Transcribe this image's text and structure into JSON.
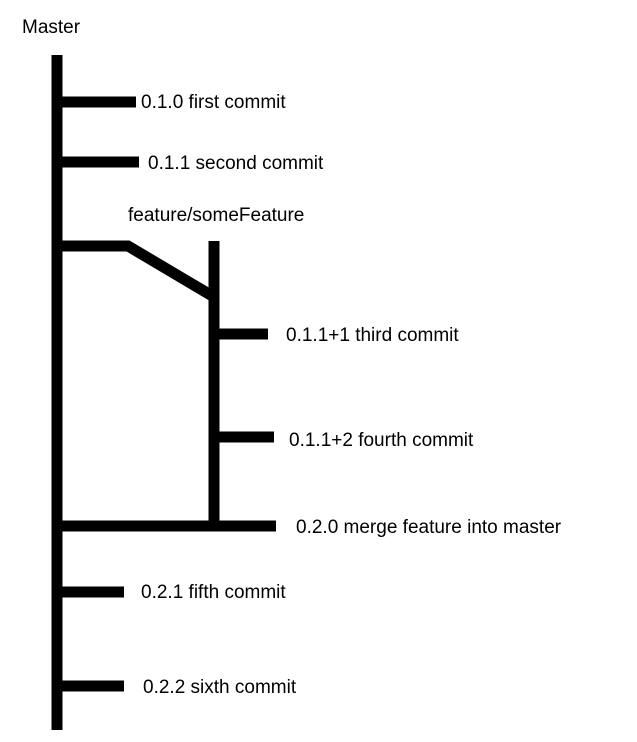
{
  "branches": {
    "master": "Master",
    "feature": "feature/someFeature"
  },
  "commits": [
    {
      "id": "c1",
      "label": "0.1.0 first commit",
      "branch": "master"
    },
    {
      "id": "c2",
      "label": "0.1.1 second commit",
      "branch": "master"
    },
    {
      "id": "c3",
      "label": "0.1.1+1 third commit",
      "branch": "feature"
    },
    {
      "id": "c4",
      "label": "0.1.1+2 fourth commit",
      "branch": "feature"
    },
    {
      "id": "c5",
      "label": "0.2.0 merge feature into master",
      "branch": "master"
    },
    {
      "id": "c6",
      "label": "0.2.1 fifth commit",
      "branch": "master"
    },
    {
      "id": "c7",
      "label": "0.2.2 sixth commit",
      "branch": "master"
    }
  ],
  "colors": {
    "line": "#000000",
    "text": "#000000",
    "background": "#ffffff"
  }
}
